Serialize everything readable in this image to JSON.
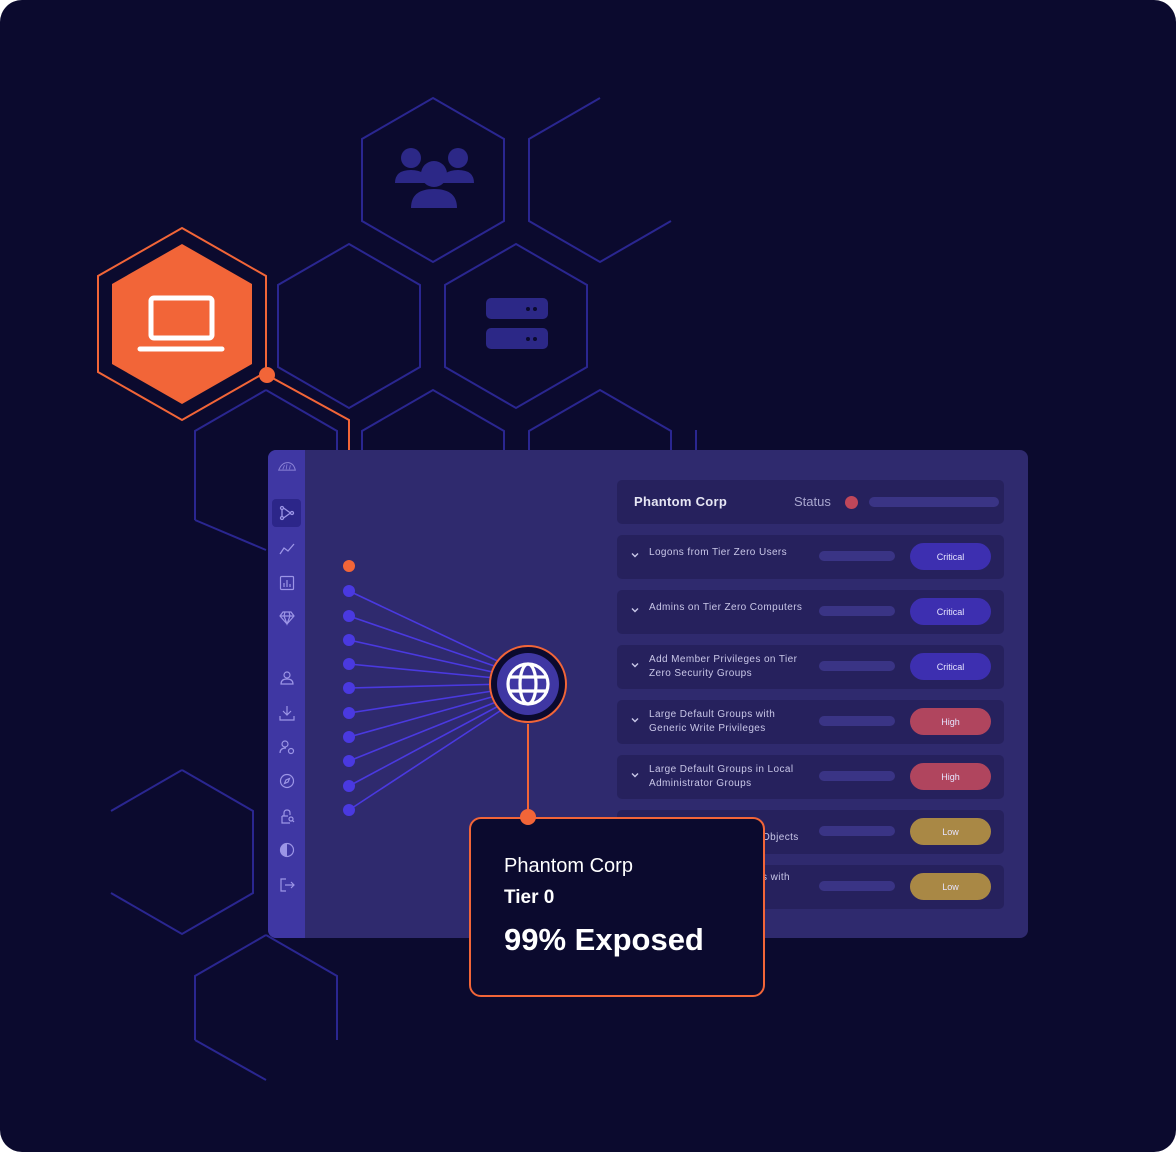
{
  "colors": {
    "background": "#0b0a2e",
    "accent_orange": "#f26538",
    "panel": "#2f2a6e",
    "sidebar": "#3f37a3",
    "link_purple": "#4a39e0",
    "critical": "#3d2fb0",
    "high": "#b0455e",
    "low": "#a98845",
    "status_dot": "#c0475a"
  },
  "nodes": {
    "computer": "laptop-icon",
    "group": "users-group-icon",
    "server": "server-icon",
    "hub": "globe-icon"
  },
  "sidebar": {
    "items": [
      {
        "name": "pathfinding-icon",
        "active": true
      },
      {
        "name": "trend-chart-icon"
      },
      {
        "name": "bar-chart-icon"
      },
      {
        "name": "gem-icon"
      },
      {
        "name": "user-icon"
      },
      {
        "name": "download-icon"
      },
      {
        "name": "user-settings-icon"
      },
      {
        "name": "compass-icon"
      },
      {
        "name": "lock-search-icon"
      },
      {
        "name": "contrast-icon"
      },
      {
        "name": "logout-icon"
      }
    ]
  },
  "panel": {
    "company": "Phantom Corp",
    "status_label": "Status",
    "findings": [
      {
        "title": "Logons from Tier Zero Users",
        "severity": "Critical"
      },
      {
        "title": "Admins on Tier Zero Computers",
        "severity": "Critical"
      },
      {
        "title": "Add Member Privileges on Tier Zero Security Groups",
        "severity": "Critical"
      },
      {
        "title": "Large Default Groups with Generic Write Privileges",
        "severity": "High"
      },
      {
        "title": "Large Default Groups in Local Administrator Groups",
        "severity": "High"
      },
      {
        "title": "Objects",
        "severity": "Low"
      },
      {
        "title": "s with",
        "severity": "Low"
      }
    ]
  },
  "tooltip": {
    "org": "Phantom Corp",
    "tier": "Tier 0",
    "exposure": "99% Exposed"
  }
}
